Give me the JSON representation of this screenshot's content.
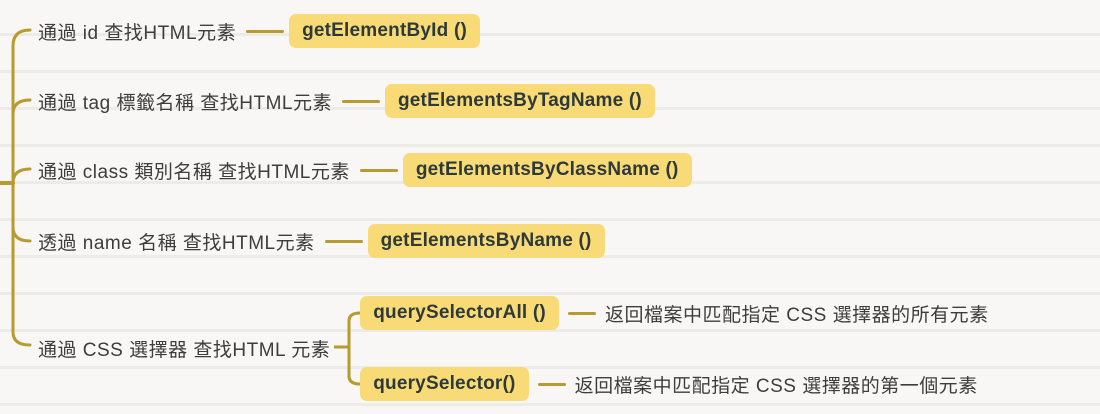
{
  "diagram": {
    "topic": "DOM element selection methods mind map",
    "colors": {
      "connector_line": "#b89b2f",
      "badge_background": "#f8db76",
      "badge_text": "#2e3a3a",
      "label_text": "#3d3d3d",
      "paper_background": "#f8f7f5"
    },
    "rows": [
      {
        "label": "通過 id 查找HTML元素",
        "method": "getElementById ()"
      },
      {
        "label": "通過 tag 標籤名稱 查找HTML元素",
        "method": "getElementsByTagName ()"
      },
      {
        "label": "通過 class 類別名稱 查找HTML元素",
        "method": "getElementsByClassName ()"
      },
      {
        "label": "透過 name 名稱 查找HTML元素",
        "method": "getElementsByName ()"
      },
      {
        "label": "通過 CSS 選擇器 查找HTML 元素",
        "children": [
          {
            "method": "querySelectorAll ()",
            "description": "返回檔案中匹配指定 CSS 選擇器的所有元素"
          },
          {
            "method": "querySelector()",
            "description": "返回檔案中匹配指定 CSS 選擇器的第一個元素"
          }
        ]
      }
    ]
  }
}
